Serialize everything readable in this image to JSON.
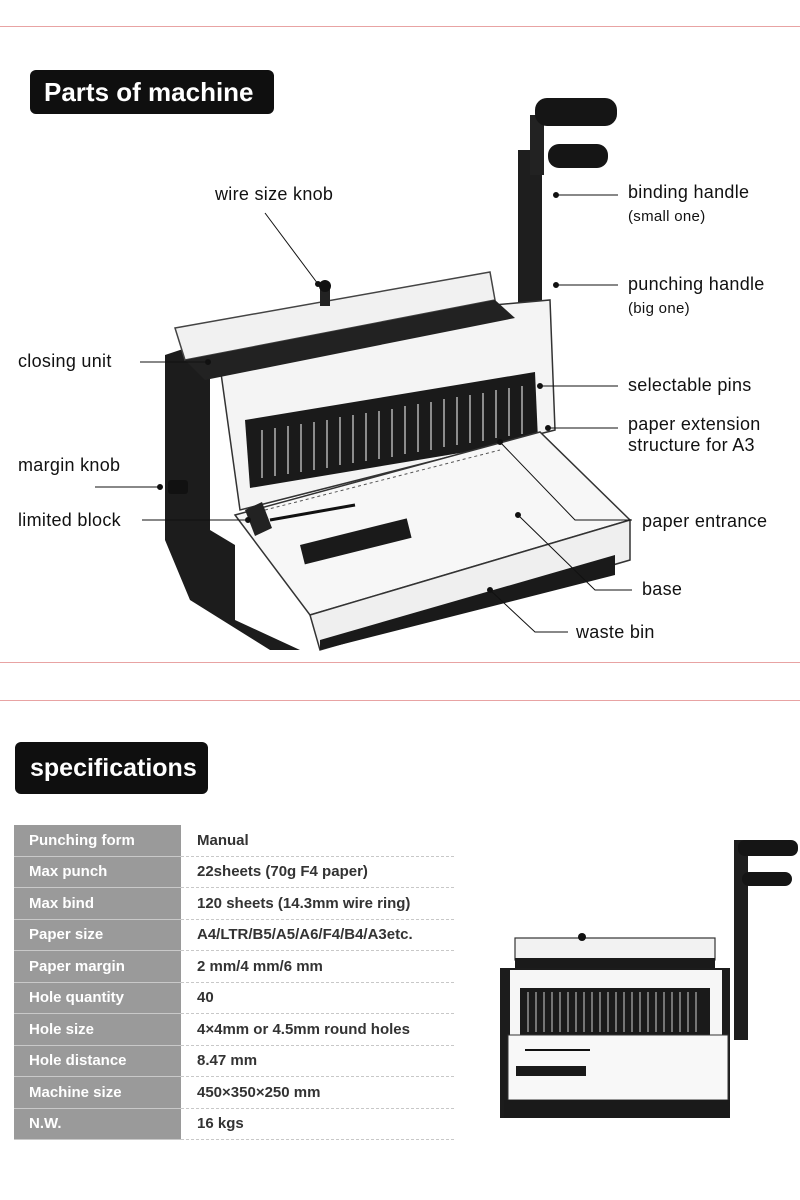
{
  "parts_section": {
    "heading": "Parts of machine",
    "labels": {
      "wire_size_knob": "wire size knob",
      "binding_handle": "binding handle",
      "binding_handle_note": "(small one)",
      "punching_handle": "punching handle",
      "punching_handle_note": "(big one)",
      "closing_unit": "closing unit",
      "selectable_pins": "selectable pins",
      "paper_extension_line1": "paper extension",
      "paper_extension_line2": "structure for A3",
      "margin_knob": "margin knob",
      "limited_block": "limited block",
      "paper_entrance": "paper entrance",
      "base": "base",
      "waste_bin": "waste bin"
    }
  },
  "specs_section": {
    "heading": "specifications",
    "rows": [
      {
        "key": "Punching form",
        "value": "Manual"
      },
      {
        "key": "Max punch",
        "value": "22sheets (70g F4 paper)"
      },
      {
        "key": "Max bind",
        "value": "120 sheets (14.3mm wire ring)"
      },
      {
        "key": "Paper size",
        "value": "A4/LTR/B5/A5/A6/F4/B4/A3etc."
      },
      {
        "key": "Paper margin",
        "value": "2 mm/4 mm/6 mm"
      },
      {
        "key": "Hole quantity",
        "value": "40"
      },
      {
        "key": "Hole size",
        "value": "4×4mm or 4.5mm round holes"
      },
      {
        "key": "Hole distance",
        "value": "8.47 mm"
      },
      {
        "key": "Machine size",
        "value": "450×350×250 mm"
      },
      {
        "key": "N.W.",
        "value": "16 kgs"
      }
    ]
  },
  "colors": {
    "heading_bg": "#0f0f0f",
    "key_cell_bg": "#9a9a9a",
    "divider": "#e8a3a3"
  }
}
